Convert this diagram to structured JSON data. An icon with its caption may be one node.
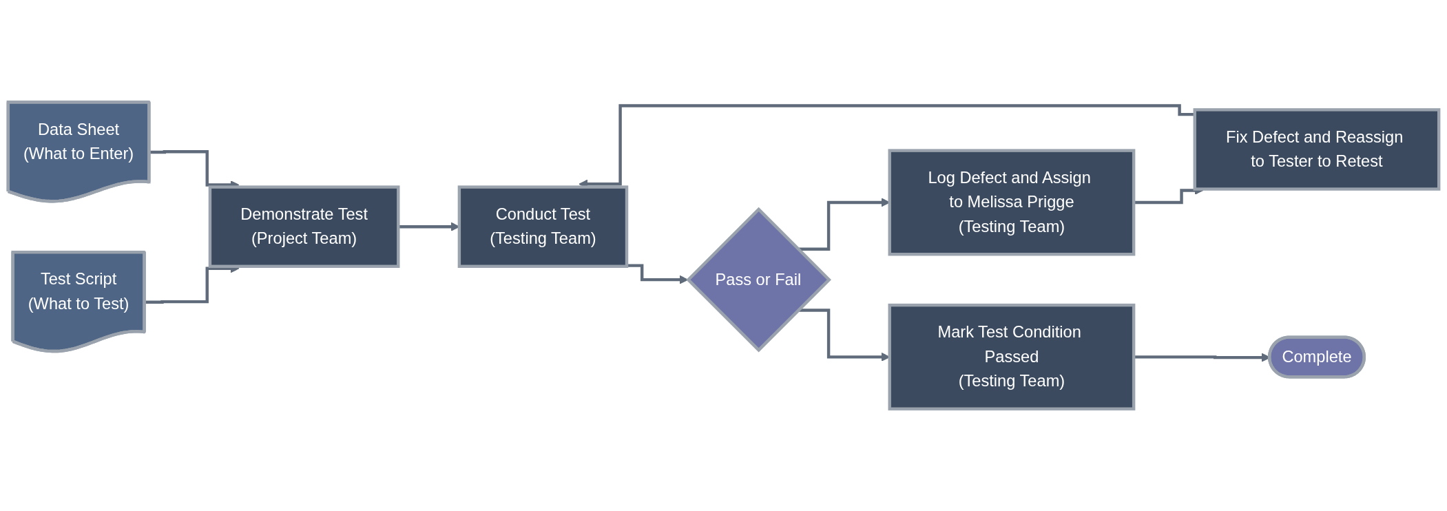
{
  "diagram": {
    "nodes": [
      {
        "text": [
          "Test Script",
          "(What to Test)"
        ]
      },
      {
        "text": [
          "Data Sheet",
          "(What to Enter)"
        ]
      },
      {
        "text": [
          "Demonstrate Test",
          "(Project Team)"
        ]
      },
      {
        "text": [
          "Conduct Test",
          "(Testing Team)"
        ]
      },
      {
        "text": [
          "Pass or Fail"
        ]
      },
      {
        "text": [
          "Log Defect and Assign to Melissa Prigge",
          "(Testing Team)"
        ]
      },
      {
        "text": [
          "Fix Defect and Reassign to Tester to Retest"
        ]
      },
      {
        "text": [
          "Mark Test Condition Passed",
          "(Testing Team)"
        ]
      },
      {
        "text": [
          "Complete"
        ]
      }
    ],
    "edges": [
      {
        "from": 0,
        "to": 2,
        "arrow": "to"
      },
      {
        "from": 1,
        "to": 2,
        "arrow": "to"
      },
      {
        "from": 2,
        "to": 3,
        "arrow": "to"
      },
      {
        "from": 3,
        "to": 4,
        "arrow": "to"
      },
      {
        "from": 4,
        "to": 5,
        "arrow": "to"
      },
      {
        "from": 5,
        "to": 6,
        "arrow": "to"
      },
      {
        "from": 6,
        "to": 3,
        "arrow": "to"
      },
      {
        "from": 4,
        "to": 7,
        "arrow": "to"
      },
      {
        "from": 7,
        "to": 8,
        "arrow": "to"
      }
    ]
  }
}
